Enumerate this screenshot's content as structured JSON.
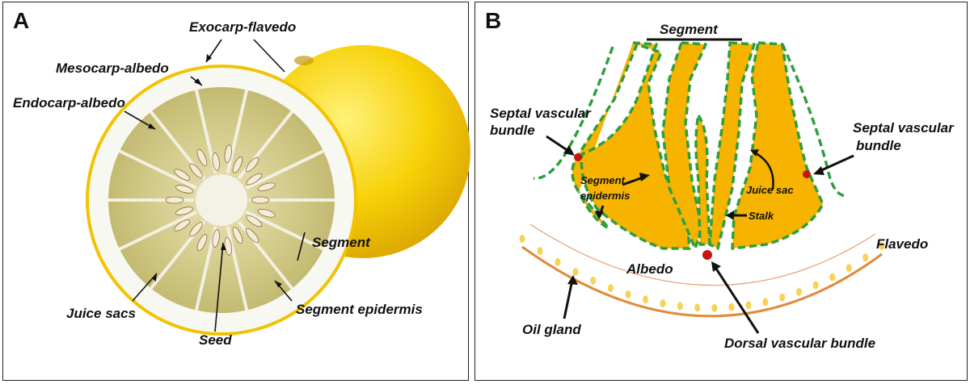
{
  "panel_a": {
    "letter": "A",
    "labels": {
      "exocarp": "Exocarp-flavedo",
      "mesocarp": "Mesocarp-albedo",
      "endocarp": "Endocarp-albedo",
      "segment": "Segment",
      "juice_sacs": "Juice sacs",
      "seed": "Seed",
      "segment_epidermis": "Segment epidermis"
    }
  },
  "panel_b": {
    "letter": "B",
    "labels": {
      "segment": "Segment",
      "septal_left_1": "Septal vascular",
      "septal_left_2": "bundle",
      "septal_right_1": "Septal vascular",
      "septal_right_2": "bundle",
      "segment_epidermis_1": "Segment",
      "segment_epidermis_2": "epidermis",
      "juice_sac": "Juice sac",
      "stalk": "Stalk",
      "flavedo": "Flavedo",
      "albedo": "Albedo",
      "oil_gland": "Oil gland",
      "dorsal_vb": "Dorsal vascular bundle"
    }
  },
  "colors": {
    "peel_yellow": "#f5c400",
    "albedo_white": "#f7f7f2",
    "pulp": "#d6cf8e",
    "segment_orange": "#f6b400",
    "epidermis_green": "#2e9e3e",
    "flavedo_line": "#e08a3a",
    "vascular_red": "#c81414",
    "oil_gland": "#f7d25a"
  }
}
